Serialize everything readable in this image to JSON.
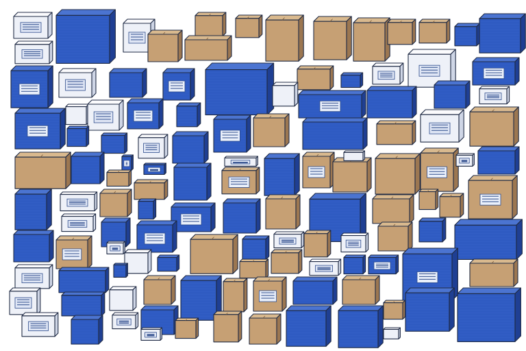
{
  "scene": {
    "description_none": "",
    "palette": {
      "background": "#ffffff",
      "blue_top": "#4b74d1",
      "blue_front": "#2f5bc2",
      "blue_side": "#1f3f93",
      "kraft_top": "#d9b98e",
      "kraft_front": "#c6a074",
      "kraft_side": "#9c7751",
      "white_top": "#fbfbfd",
      "white_front": "#eef1f8",
      "white_side": "#cfd6e6",
      "outline": "#1f2a44",
      "label": "#2c4a8a"
    },
    "objects": [
      {
        "kind": "box",
        "material": "white",
        "count_hint": "many"
      },
      {
        "kind": "box",
        "material": "blue",
        "count_hint": "many"
      },
      {
        "kind": "box",
        "material": "kraft",
        "count_hint": "many"
      }
    ]
  }
}
